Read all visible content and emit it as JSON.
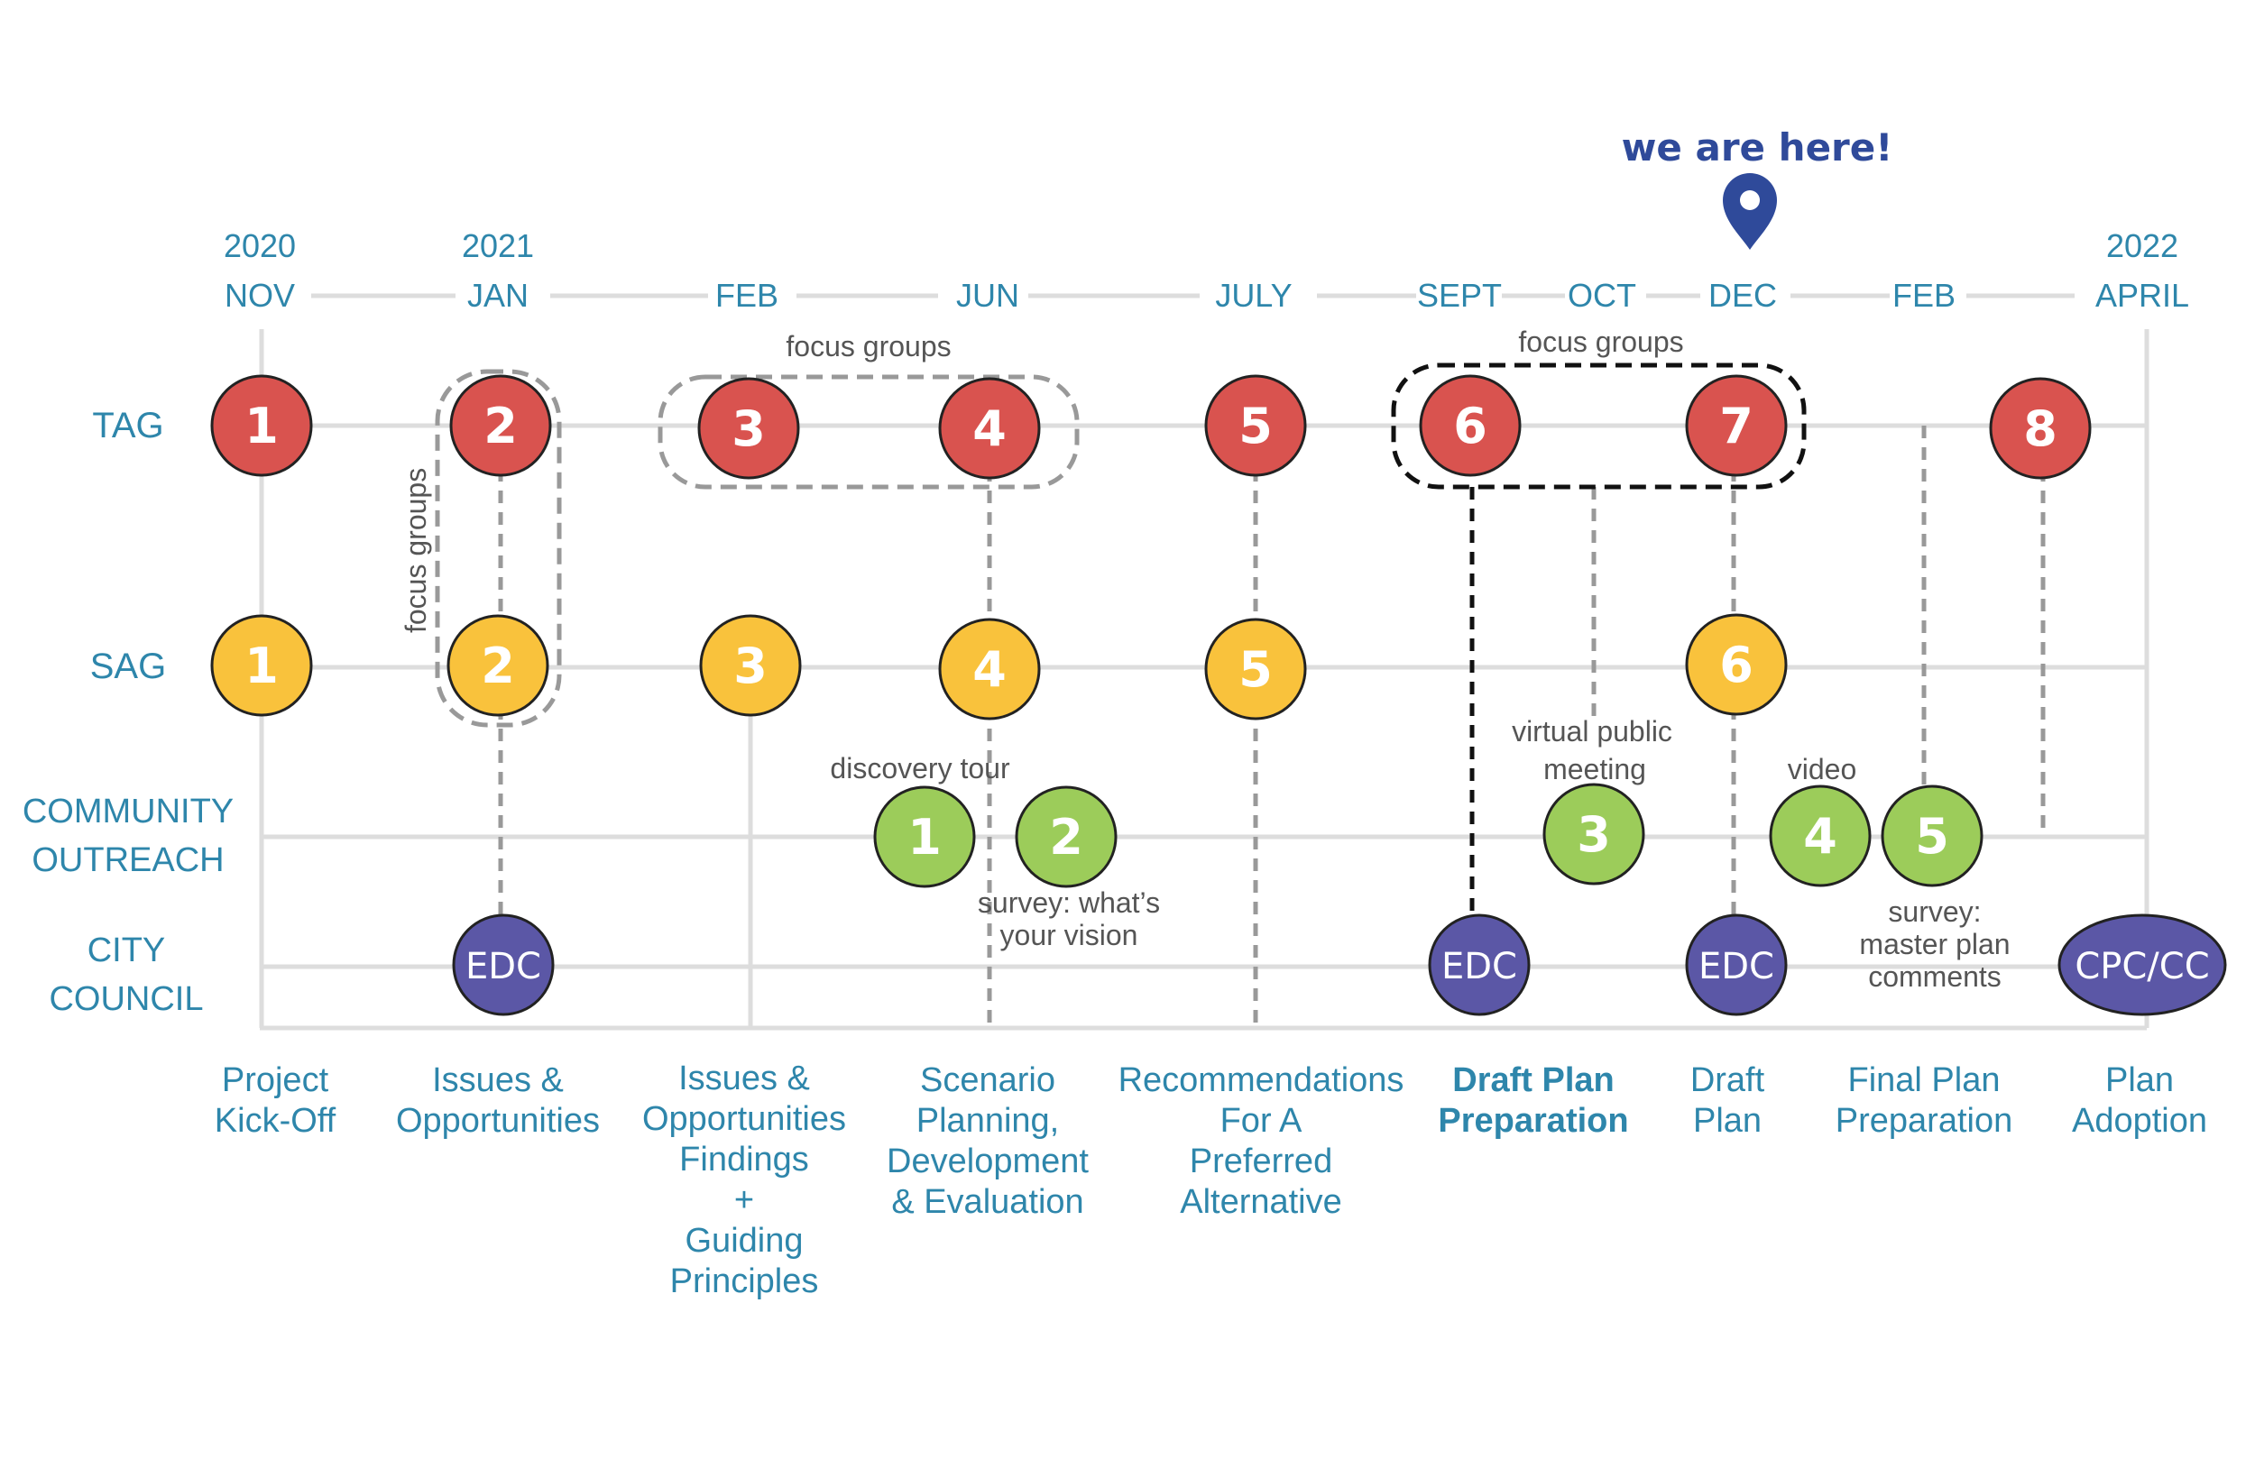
{
  "marker": {
    "label": "we are here!",
    "icon": "location-pin-icon",
    "color": "#2f4a9a"
  },
  "years": [
    "2020",
    "2021",
    "2022"
  ],
  "months": [
    "NOV",
    "JAN",
    "FEB",
    "JUN",
    "JULY",
    "SEPT",
    "OCT",
    "DEC",
    "FEB",
    "APRIL"
  ],
  "rows": {
    "tag": "TAG",
    "sag": "SAG",
    "community": [
      "COMMUNITY",
      "OUTREACH"
    ],
    "city": [
      "CITY",
      "COUNCIL"
    ]
  },
  "nodes": {
    "tag": [
      "1",
      "2",
      "3",
      "4",
      "5",
      "6",
      "7",
      "8"
    ],
    "sag": [
      "1",
      "2",
      "3",
      "4",
      "5",
      "6"
    ],
    "community": [
      "1",
      "2",
      "3",
      "4",
      "5"
    ],
    "city": [
      "EDC",
      "EDC",
      "EDC",
      "CPC/CC"
    ]
  },
  "annotations": {
    "focus_groups_vertical": "focus groups",
    "focus_groups_1": "focus groups",
    "focus_groups_2": "focus groups",
    "discovery_tour": "discovery tour",
    "survey_vision": [
      "survey: what’s",
      "your vision"
    ],
    "virtual_meeting": [
      "virtual public",
      "meeting"
    ],
    "video": "video",
    "survey_master": [
      "survey:",
      "master plan",
      "comments"
    ]
  },
  "phases": [
    [
      "Project",
      "Kick-Off"
    ],
    [
      "Issues &",
      "Opportunities"
    ],
    [
      "Issues &",
      "Opportunities",
      "Findings",
      "+",
      "Guiding",
      "Principles"
    ],
    [
      "Scenario",
      "Planning,",
      "Development",
      "& Evaluation"
    ],
    [
      "Recommendations",
      "For A",
      "Preferred",
      "Alternative"
    ],
    [
      "Draft Plan",
      "Preparation"
    ],
    [
      "Draft",
      "Plan"
    ],
    [
      "Final Plan",
      "Preparation"
    ],
    [
      "Plan",
      "Adoption"
    ]
  ],
  "colors": {
    "tag": "#d9534f",
    "sag": "#f9c23c",
    "community": "#9ccc5a",
    "city": "#5b57a6",
    "accent": "#2e86ab"
  }
}
